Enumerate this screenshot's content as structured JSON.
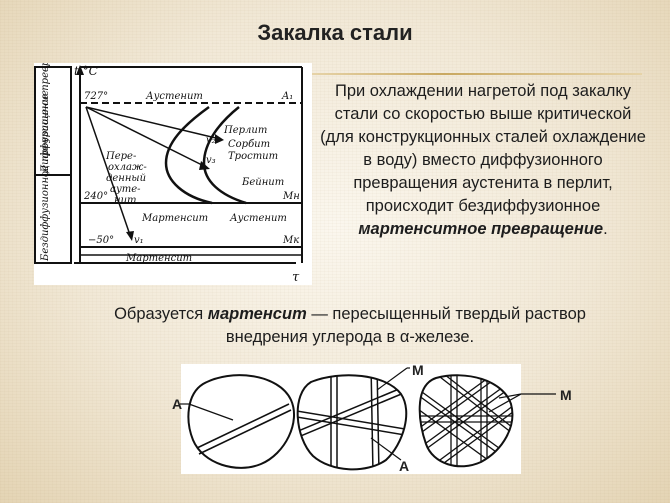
{
  "title": "Закалка стали",
  "paragraph1": {
    "text": "При охлаждении нагретой под закалку стали со скоростью выше критической (для конструкционных сталей охлаждение в воду) вместо диффузионного превращения аустенита в перлит, происходит бездиффузионное",
    "emphasis": "мартенситное превращение",
    "end": "."
  },
  "paragraph2": {
    "before": "Образуется ",
    "emphasis": "мартенсит",
    "after": " — пересыщенный твердый раствор внедрения углерода в α-железе."
  },
  "diagram": {
    "y_axis": "t,°C",
    "x_axis": "τ",
    "side_top": "Диффузионное превращение",
    "side_bottom": "Бездиффузионное превращение",
    "temp_727": "727°",
    "temp_240": "240°",
    "temp_m50": "−50°",
    "austenite_top": "Аустенит",
    "a1": "A₁",
    "pearlite": "Перлит",
    "sorbite": "Сорбит",
    "troostite": "Тростит",
    "bainite": "Бейнит",
    "mn": "Mн",
    "mk": "Mк",
    "v2": "v₂",
    "v3": "v₃",
    "v1": "v₁",
    "supercooled": [
      "Пере-",
      "охлаж-",
      "денный",
      "ауте-",
      "нит"
    ],
    "martensite_mid": "Мартенсит",
    "austenite_mid": "Аустенит",
    "martensite_bottom": "Мартенсит"
  },
  "micro_labels": {
    "a_left": "А",
    "m_top": "М",
    "m_right": "М",
    "a_bottom": "А"
  }
}
